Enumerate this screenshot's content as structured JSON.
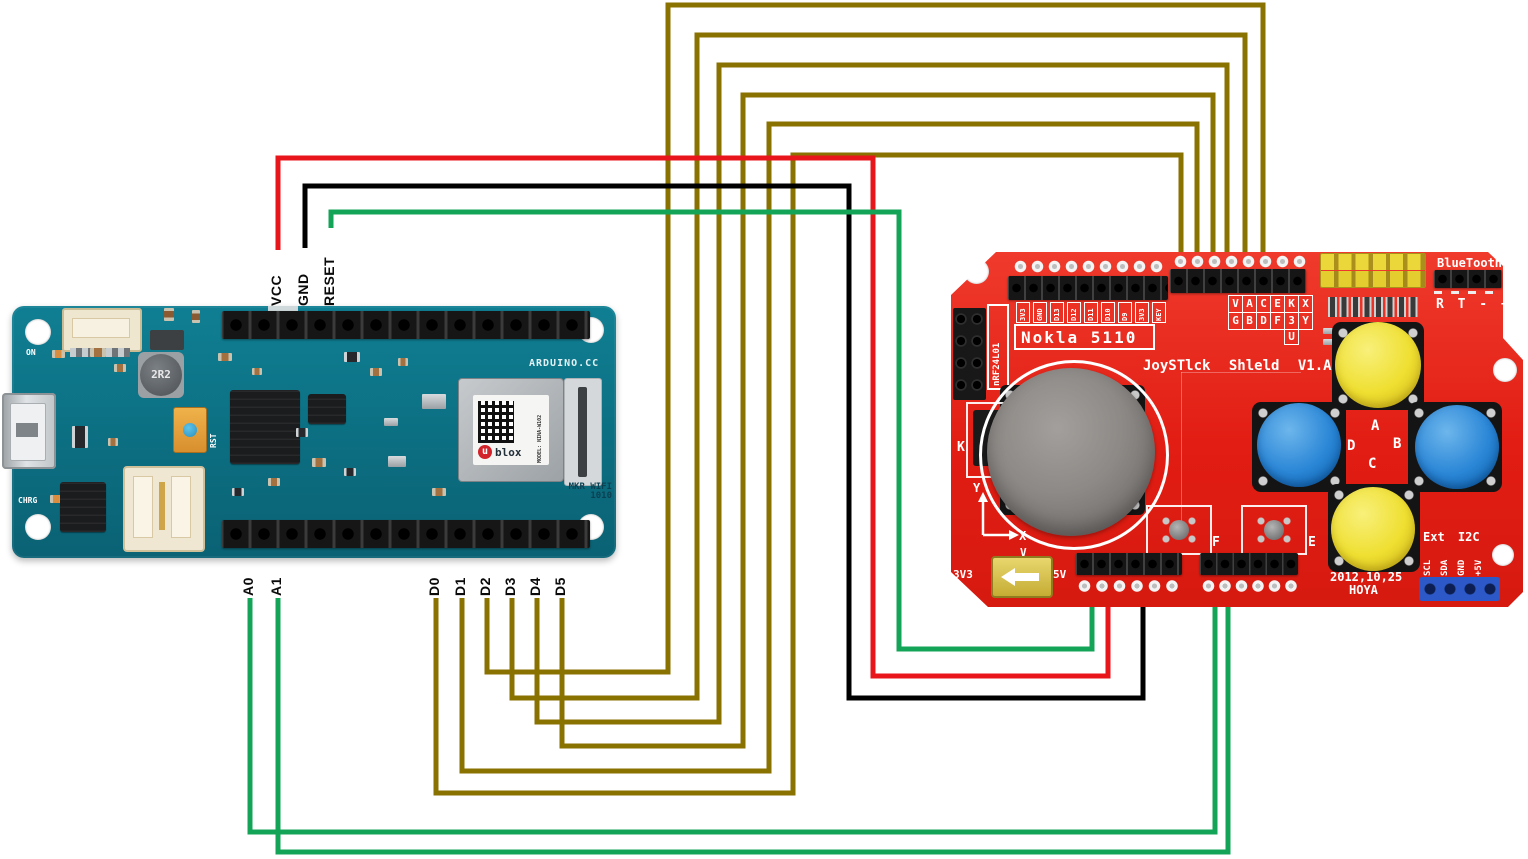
{
  "diagram": {
    "background": "#ffffff"
  },
  "wire_colors": {
    "digital": "#8a7200",
    "power": "#e8151b",
    "ground": "#000000",
    "signal_green": "#13a457"
  },
  "pin_labels": {
    "vcc": "VCC",
    "gnd": "GND",
    "reset": "RESET",
    "a0": "A0",
    "a1": "A1",
    "d0": "D0",
    "d1": "D1",
    "d2": "D2",
    "d3": "D3",
    "d4": "D4",
    "d5": "D5"
  },
  "arduino": {
    "brand": "ARDUINO.CC",
    "model_line1": "MKR WIFI",
    "model_line2": "1010",
    "label_on": "ON",
    "label_chrg": "CHRG",
    "label_rst": "RST",
    "inductor": "2R2",
    "module": {
      "logo_u": "u",
      "logo_text": "blox",
      "model": "MODEL: NINA-W102"
    }
  },
  "shield": {
    "title": "JoySTlck Shleld V1.A",
    "lcd_label": "Nokla 5110",
    "rf_label": "nRF24L01",
    "pin_boxes": [
      "3V3",
      "GND",
      "D13",
      "D12",
      "D11",
      "D10",
      "D9",
      "3V3",
      "KEY"
    ],
    "grid_row1": [
      "V",
      "A",
      "C",
      "E",
      "K",
      "X"
    ],
    "grid_row2": [
      "G",
      "B",
      "D",
      "F",
      "3",
      "Y"
    ],
    "grid_extra": "U",
    "bluetooth_title": "BlueTooth",
    "bluetooth_pins": "R T - +",
    "button_a": "A",
    "button_b": "B",
    "button_c": "C",
    "button_d": "D",
    "button_e": "E",
    "button_f": "F",
    "button_k": "K",
    "axis_x": "X",
    "axis_y": "Y",
    "volt_label": "V",
    "switch_left": "3V3",
    "switch_right": "5V",
    "i2c_title": "Ext I2C",
    "i2c_pins": [
      "SCL",
      "SDA",
      "GND",
      "+5V"
    ],
    "date": "2012,10,25",
    "maker": "HOYA"
  }
}
